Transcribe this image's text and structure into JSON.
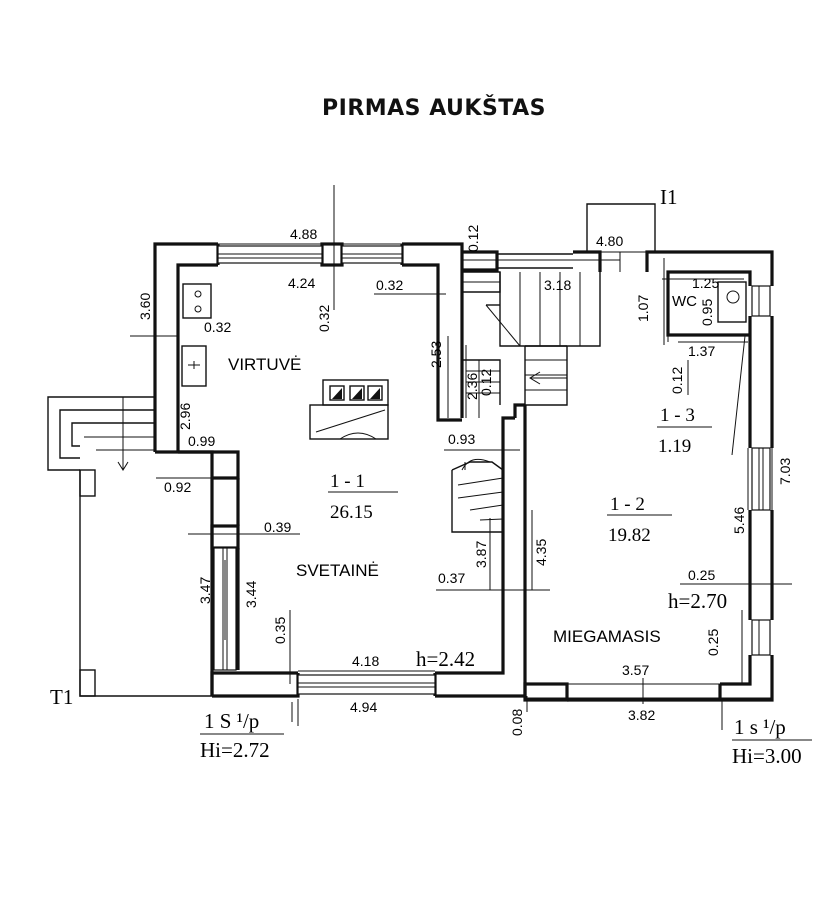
{
  "title": "PIRMAS AUKŠTAS",
  "rooms": {
    "virtuve": "VIRTUVĖ",
    "svetaine": "SVETAINĖ",
    "miegamasis": "MIEGAMASIS",
    "wc": "WC"
  },
  "room_codes": {
    "r11_code": "1 - 1",
    "r11_area": "26.15",
    "r12_code": "1 - 2",
    "r12_area": "19.82",
    "r13_code": "1 - 3",
    "r13_area": "1.19"
  },
  "heights": {
    "h_living": "h=2.42",
    "h_bedroom": "h=2.70"
  },
  "markers": {
    "t1": "T1",
    "i1": "I1",
    "left_sp": "1 S ¹/p",
    "left_hi": "Hi=2.72",
    "right_sp": "1 s ¹/p",
    "right_hi": "Hi=3.00"
  },
  "dims": {
    "d488": "4.88",
    "d012a": "0.12",
    "d480": "4.80",
    "d424": "4.24",
    "d032a": "0.32",
    "d032b": "0.32",
    "d318": "3.18",
    "d107": "1.07",
    "d125": "1.25",
    "d095": "0.95",
    "d360": "3.60",
    "d032c": "0.32",
    "d253": "2.53",
    "d137": "1.37",
    "d236": "2.36",
    "d012b": "0.12",
    "d012c": "0.12",
    "d296": "2.96",
    "d099": "0.99",
    "d093": "0.93",
    "d092": "0.92",
    "d703": "7.03",
    "d546": "5.46",
    "d039": "0.39",
    "d435": "4.35",
    "d387": "3.87",
    "d347": "3.47",
    "d344": "3.44",
    "d037": "0.37",
    "d025a": "0.25",
    "d035": "0.35",
    "d025b": "0.25",
    "d418": "4.18",
    "d357": "3.57",
    "d494": "4.94",
    "d008": "0.08",
    "d382": "3.82"
  }
}
